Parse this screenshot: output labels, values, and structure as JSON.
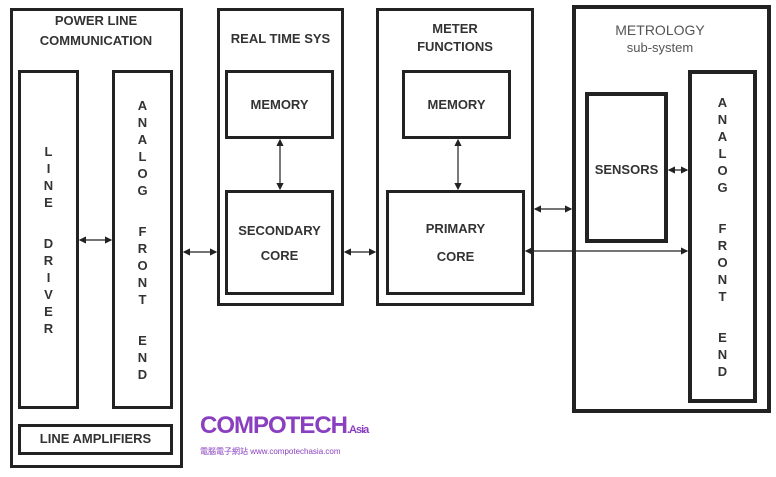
{
  "plc": {
    "title_line1": "POWER LINE",
    "title_line2": "COMMUNICATION",
    "line_driver": "LINE DRIVER",
    "afe": "ANALOG FRONT END",
    "line_amplifiers": "LINE AMPLIFIERS"
  },
  "rts": {
    "title": "REAL TIME SYS",
    "memory": "MEMORY",
    "core_line1": "SECONDARY",
    "core_line2": "CORE"
  },
  "meter": {
    "title_line1": "METER",
    "title_line2": "FUNCTIONS",
    "memory": "MEMORY",
    "core_line1": "PRIMARY",
    "core_line2": "CORE"
  },
  "metrology": {
    "title_line1": "METROLOGY",
    "title_line2": "sub-system",
    "sensors": "SENSORS",
    "afe": "ANALOG FRONT END"
  },
  "watermark": {
    "brand": "COMPOTECH",
    "suffix": ".Asia",
    "url": "電腦電子網站 www.compotechasia.com"
  },
  "colors": {
    "line": "#222222",
    "watermark": "#8a3fc0"
  }
}
